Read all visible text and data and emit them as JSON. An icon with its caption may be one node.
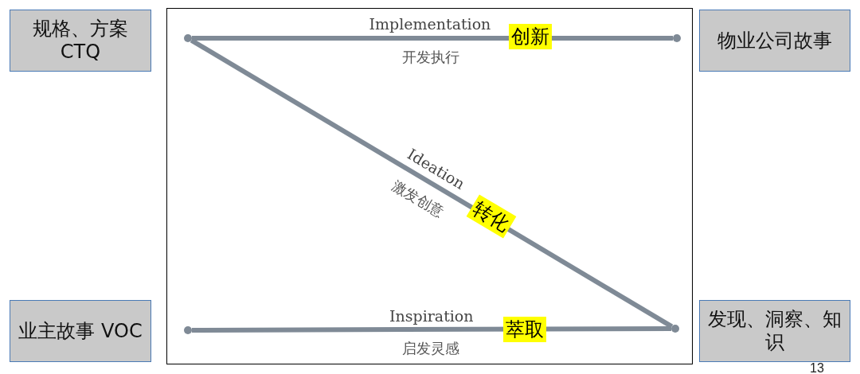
{
  "diagram": {
    "nodes": [
      {
        "text": [
          "规格、方案 CTQ"
        ]
      },
      {
        "text": [
          "物业公司故事"
        ]
      },
      {
        "text": [
          "业主故事 VOC"
        ]
      },
      {
        "text": [
          "发现、洞察、知识"
        ]
      },
      {
        "text": [],
        "shape": "circle"
      },
      {
        "text": [],
        "shape": "circle"
      },
      {
        "text": [],
        "shape": "circle"
      },
      {
        "text": [],
        "shape": "circle"
      }
    ],
    "edges": [
      {
        "from": 4,
        "to": 5,
        "arrow": "none",
        "label": "Implementation"
      },
      {
        "from": 7,
        "to": 4,
        "arrow": "none",
        "label": "Ideation"
      },
      {
        "from": 6,
        "to": 7,
        "arrow": "none",
        "label": "Inspiration"
      }
    ],
    "labels": [
      "创新",
      "开发执行",
      "激发创意",
      "转化",
      "萃取",
      "启发灵感",
      "13"
    ]
  }
}
